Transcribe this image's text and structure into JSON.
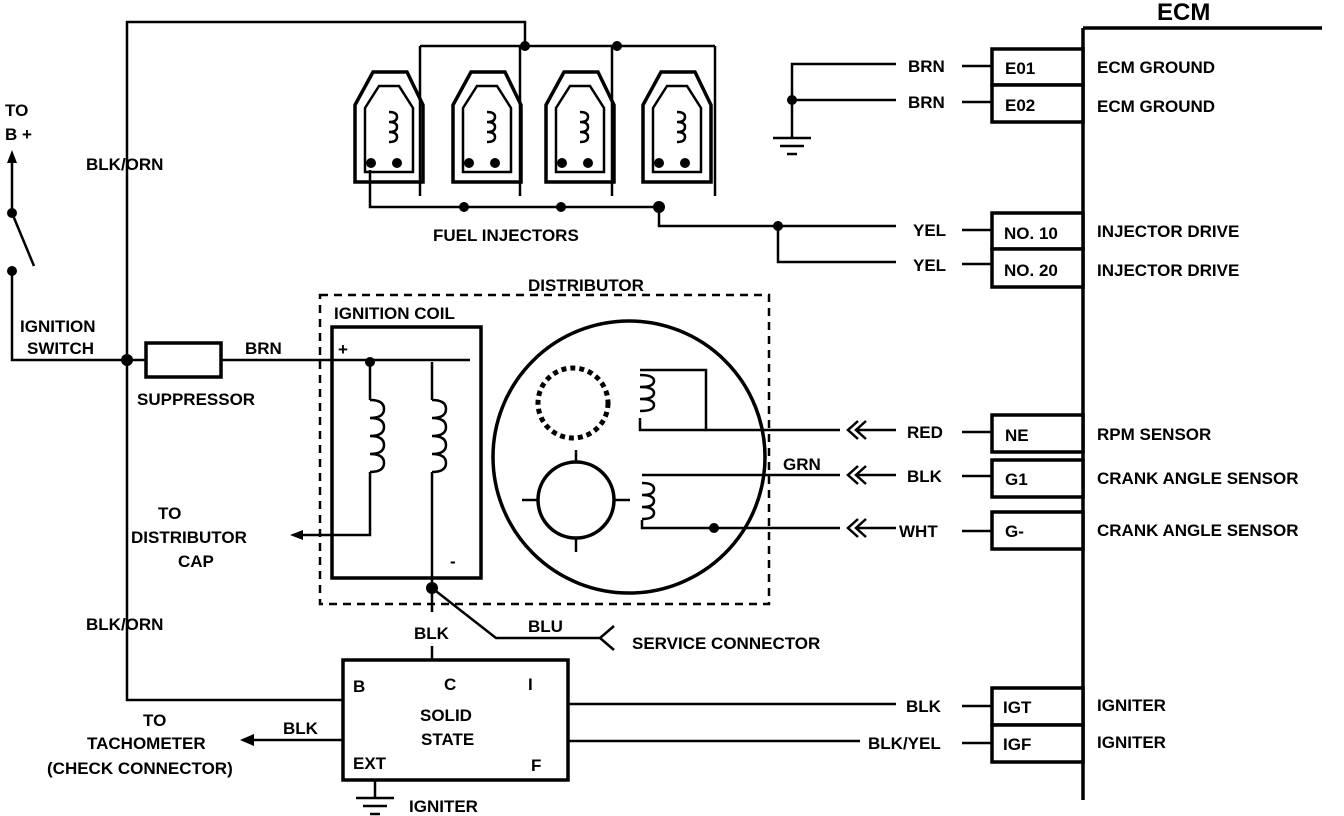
{
  "title": "ECM",
  "ecm_pins": [
    {
      "wire": "BRN",
      "pin": "E01",
      "function": "ECM GROUND"
    },
    {
      "wire": "BRN",
      "pin": "E02",
      "function": "ECM GROUND"
    },
    {
      "wire": "YEL",
      "pin": "NO. 10",
      "function": "INJECTOR DRIVE"
    },
    {
      "wire": "YEL",
      "pin": "NO. 20",
      "function": "INJECTOR DRIVE"
    },
    {
      "wire": "RED",
      "pin": "NE",
      "function": "RPM SENSOR"
    },
    {
      "wire": "BLK",
      "pin": "G1",
      "function": "CRANK ANGLE SENSOR"
    },
    {
      "wire": "WHT",
      "pin": "G-",
      "function": "CRANK ANGLE SENSOR"
    },
    {
      "wire": "BLK",
      "pin": "IGT",
      "function": "IGNITER"
    },
    {
      "wire": "BLK/YEL",
      "pin": "IGF",
      "function": "IGNITER"
    }
  ],
  "labels": {
    "to_bplus_1": "TO",
    "to_bplus_2": "B +",
    "blk_orn_top": "BLK/ORN",
    "blk_orn_bottom": "BLK/ORN",
    "ignition_switch_1": "IGNITION",
    "ignition_switch_2": "SWITCH",
    "suppressor": "SUPPRESSOR",
    "brn_coil": "BRN",
    "fuel_injectors": "FUEL INJECTORS",
    "distributor": "DISTRIBUTOR",
    "ignition_coil": "IGNITION COIL",
    "coil_plus": "+",
    "coil_minus": "-",
    "to_dist_cap_1": "TO",
    "to_dist_cap_2": "DISTRIBUTOR",
    "to_dist_cap_3": "CAP",
    "grn": "GRN",
    "blk_coil": "BLK",
    "blu": "BLU",
    "service_connector": "SERVICE CONNECTOR",
    "igniter_b": "B",
    "igniter_c": "C",
    "igniter_i": "I",
    "igniter_ext": "EXT",
    "igniter_f": "F",
    "solid_state_1": "SOLID",
    "solid_state_2": "STATE",
    "igniter": "IGNITER",
    "to_tach_1": "TO",
    "to_tach_2": "TACHOMETER",
    "to_tach_3": "(CHECK CONNECTOR)",
    "blk_tach": "BLK"
  }
}
